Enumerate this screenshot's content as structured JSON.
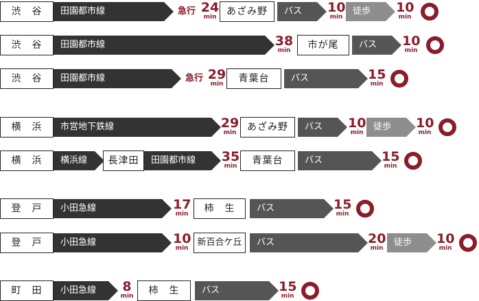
{
  "unit": "min",
  "express": "急行",
  "rows": [
    {
      "station": "渋　谷",
      "line": "田園都市線",
      "express": "急行",
      "t1": "24",
      "stop": "あざみ野",
      "mode1": "バス",
      "t2": "10",
      "mode2": "徒歩",
      "t3": "10"
    },
    {
      "station": "渋　谷",
      "line": "田園都市線",
      "t1": "38",
      "stop": "市が尾",
      "mode1": "バス",
      "t2": "10"
    },
    {
      "station": "渋　谷",
      "line": "田園都市線",
      "express": "急行",
      "t1": "29",
      "stop": "青葉台",
      "mode1": "バス",
      "t2": "15"
    },
    {
      "station": "横　浜",
      "line": "市営地下鉄線",
      "t1": "29",
      "stop": "あざみ野",
      "mode1": "バス",
      "t2": "10",
      "mode2": "徒歩",
      "t3": "10"
    },
    {
      "station": "横　浜",
      "line": "横浜線",
      "transfer": "長津田",
      "line2": "田園都市線",
      "t1": "35",
      "stop": "青葉台",
      "mode1": "バス",
      "t2": "15"
    },
    {
      "station": "登　戸",
      "line": "小田急線",
      "t1": "17",
      "stop": "柿　生",
      "mode1": "バス",
      "t2": "15"
    },
    {
      "station": "登　戸",
      "line": "小田急線",
      "t1": "10",
      "stop": "新百合ケ丘",
      "mode1": "バス",
      "t2": "20",
      "mode2": "徒歩",
      "t3": "10"
    },
    {
      "station": "町　田",
      "line": "小田急線",
      "t1": "8",
      "stop": "柿　生",
      "mode1": "バス",
      "t2": "15"
    }
  ]
}
